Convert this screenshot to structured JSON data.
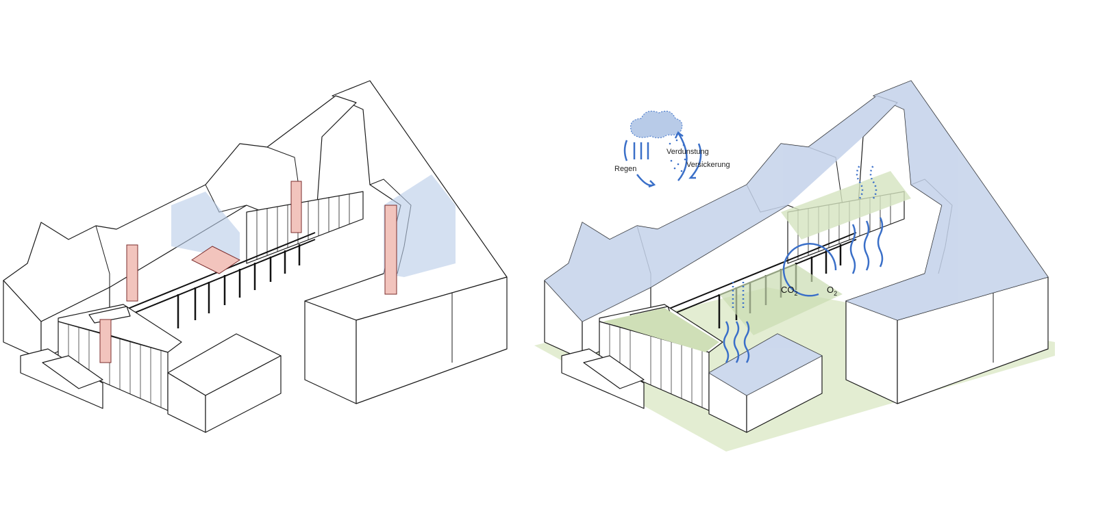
{
  "colors": {
    "outline": "#1a1a1a",
    "roof_blue": "#c4d2ea",
    "pink_tower": "#f2c4bd",
    "ground_green": "#dfe9cc",
    "water_blue": "#3a6fc8"
  },
  "labels": {
    "rain": "Regen",
    "evaporation": "Verdunstung",
    "infiltration": "Versickerung",
    "co2": "CO",
    "co2_sub": "2",
    "o2": "O",
    "o2_sub": "2"
  }
}
